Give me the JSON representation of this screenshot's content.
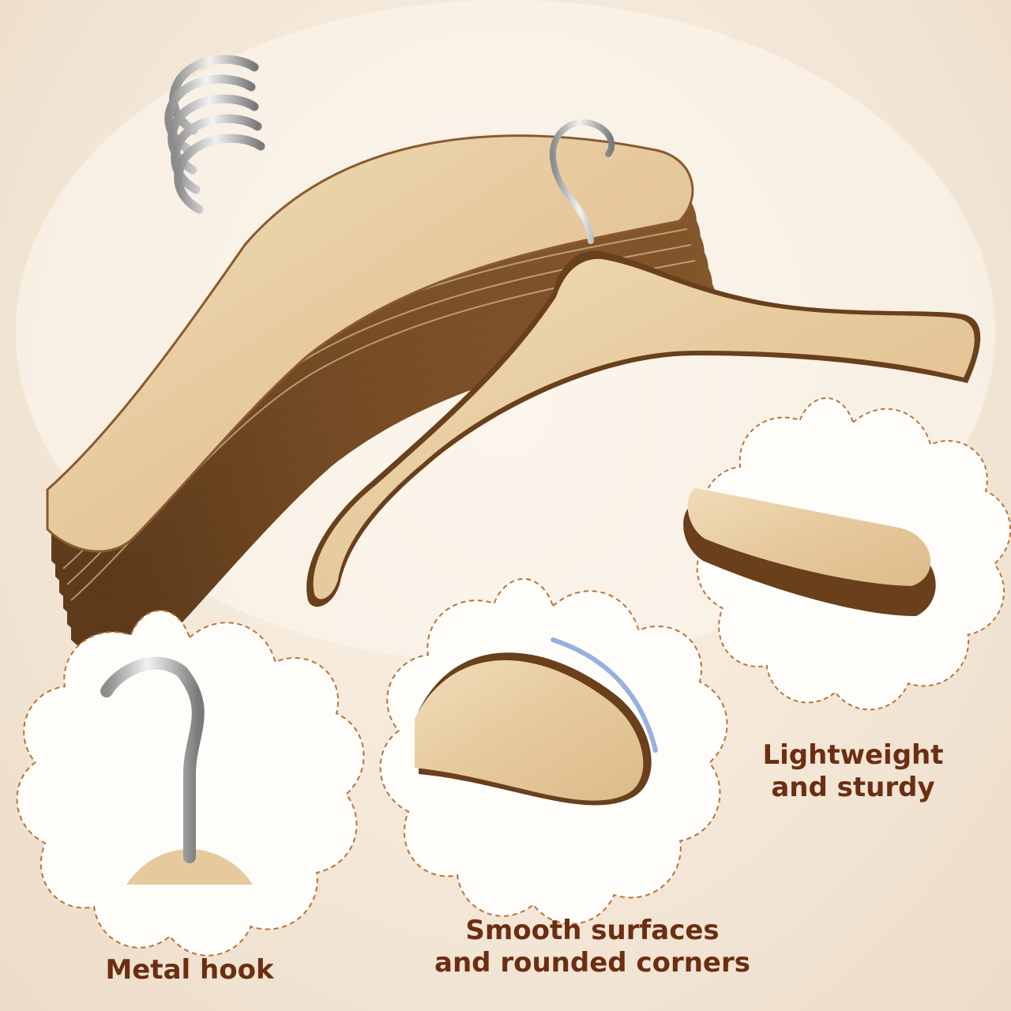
{
  "features": [
    {
      "label": "Metal hook",
      "icon": "metal-hook-closeup"
    },
    {
      "label": "Smooth surfaces\nand rounded corners",
      "icon": "rounded-edge-closeup"
    },
    {
      "label": "Lightweight\nand sturdy",
      "icon": "wood-thickness-closeup"
    }
  ],
  "colors": {
    "caption_text": "#6b2e12",
    "badge_border": "#b8743a",
    "wood_light": "#e8cfa6",
    "wood_dark": "#6f4a25",
    "metal": "#c9c9c9"
  }
}
